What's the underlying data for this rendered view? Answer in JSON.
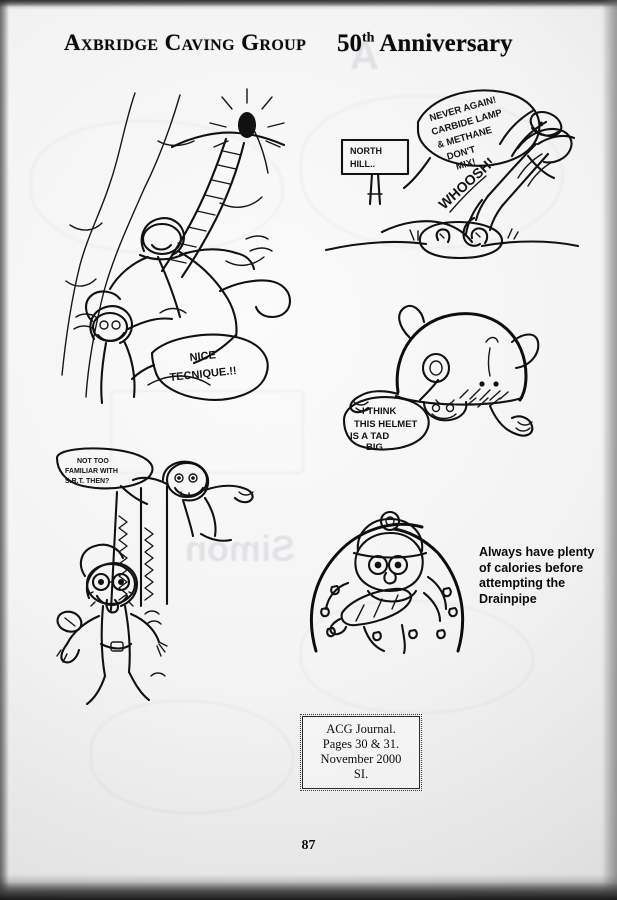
{
  "page": {
    "background_color": "#f2f2f2",
    "ink_color": "#111111",
    "page_number": "87"
  },
  "header": {
    "left_title": "Axbridge Caving Group",
    "anniversary_number": "50",
    "anniversary_ordinal": "th",
    "anniversary_word": "Anniversary"
  },
  "cartoons": [
    {
      "name": "ladder-climb",
      "position": "left-top",
      "speech": "NICE\nTECNIQUE.!!",
      "description": "Caver falling backwards off a wire caving ladder while a second caver below comments"
    },
    {
      "name": "methane-explosion",
      "position": "right-top",
      "speech": "NEVER AGAIN!\nCARBIDE LAMP\n& METHANE\nDON'T\nMIX!",
      "sign": "NORTH\nHILL..",
      "sound_effect": "WHOOSH!",
      "description": "Caver blasted out of the ground by an explosion, leaving boots behind"
    },
    {
      "name": "oversized-helmet",
      "position": "right-middle",
      "speech": "I THINK\nTHIS HELMET\nIS A TAD\nBIG.",
      "description": "Caver almost entirely swallowed by an enormous helmet"
    },
    {
      "name": "srt-rope",
      "position": "left-bottom",
      "speech": "NOT TOO\nFAMILIAR WITH\nS.R.T. THEN?",
      "description": "Caver dangling upside down tangled in ropes below another caver"
    },
    {
      "name": "drainpipe-squeeze",
      "position": "right-bottom",
      "description": "Sweating caver wedged in a tight squeeze eating a chocolate bar"
    }
  ],
  "caption": {
    "text": "Always have plenty of calories before attempting the Drainpipe"
  },
  "citation": {
    "line1": "ACG Journal.",
    "line2": "Pages 30 & 31.",
    "line3": "November 2000",
    "line4": "SI."
  },
  "bleed_through": {
    "note": "Faint mirrored show-through from the reverse of the sheet",
    "fragments": [
      "Simon",
      "A"
    ]
  }
}
